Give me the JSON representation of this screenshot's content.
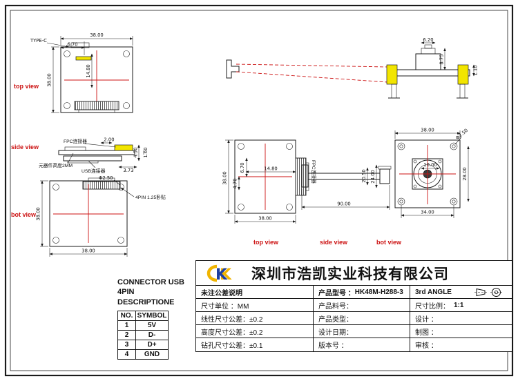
{
  "colors": {
    "paper": "#ffffff",
    "line": "#1a1a1a",
    "accent_red": "#cc1111",
    "highlight_yellow": "#f2e500",
    "logo_blue": "#1d3fa0",
    "logo_yellow": "#f0b400"
  },
  "module_a": {
    "top_view": {
      "label": "top view",
      "type_c_label": "TYPE-C",
      "dim_top_width": "38.00",
      "dim_left_height": "38.00",
      "dim_connector_offset": "6.70",
      "dim_center_offset": "14.80"
    },
    "side_view": {
      "label": "side view",
      "fpc_label": "FPC连接器",
      "component_label": "元器件高度2MM",
      "usb_label": "USB连接器",
      "dim_top_gap": "2.00",
      "dim_total_height": "4.50",
      "dim_board": "1.60",
      "dim_lower": "3.73"
    },
    "bot_view": {
      "label": "bot view",
      "hole_dia": "Φ2.50",
      "pin_label": "4PIN 1.25卧贴",
      "dim_bottom_width": "38.00",
      "dim_left_height": "38.00"
    }
  },
  "module_b": {
    "cam_side_view": {
      "dim_lens_width": "6.20",
      "dim_lens_height": "8.75",
      "dim_board_thickness": "1.10"
    },
    "top_view": {
      "label": "top view",
      "dim_left_height": "38.00",
      "dim_bottom_width": "38.00",
      "dim_connector_x": "14.80",
      "dim_offset_a": "6.70",
      "dim_offset_b": "4.70",
      "fpc_label": "FPC连接器"
    },
    "side_view": {
      "label": "side view",
      "dim_cable_length": "90.00",
      "dim_height_a": "20.50",
      "dim_height_b": "24.00"
    },
    "bot_view": {
      "label": "bot view",
      "dim_top_width": "38.00",
      "dim_hole_pitch": "34.00",
      "dim_right_height": "28.00",
      "dim_lens": "10.00",
      "hole_dia": "Φ2.50"
    }
  },
  "connector_table": {
    "title_line1": "CONNECTOR USB",
    "title_line2": "4PIN DESCRIPTIONE",
    "col_no": "NO.",
    "col_symbol": "SYMBOL",
    "rows": [
      {
        "no": "1",
        "symbol": "5V"
      },
      {
        "no": "2",
        "symbol": "D-"
      },
      {
        "no": "3",
        "symbol": "D+"
      },
      {
        "no": "4",
        "symbol": "GND"
      }
    ]
  },
  "title_block": {
    "company": "深圳市浩凯实业科技有限公司",
    "logo_letter": "K",
    "r1c1": "未注公差说明",
    "r1c2_label": "产品型号 ：",
    "r1c2_value": "HK48M-H288-3",
    "r1c3": "3rd ANGLE",
    "r2c1": "尺寸单位 ：MM",
    "r2c2": "产品料号：",
    "r2c3_label": "尺寸比例：",
    "r2c3_value": "1:1",
    "r3c1": "线性尺寸公差：±0.2",
    "r3c2": "产品类型：",
    "r3c3": "设计 ：",
    "r4c1": "高度尺寸公差：±0.2",
    "r4c2": "设计日期：",
    "r4c3": "制图 ：",
    "r5c1": "钻孔尺寸公差：±0.1",
    "r5c2": "版本号 ：",
    "r5c3": "审核 ："
  }
}
